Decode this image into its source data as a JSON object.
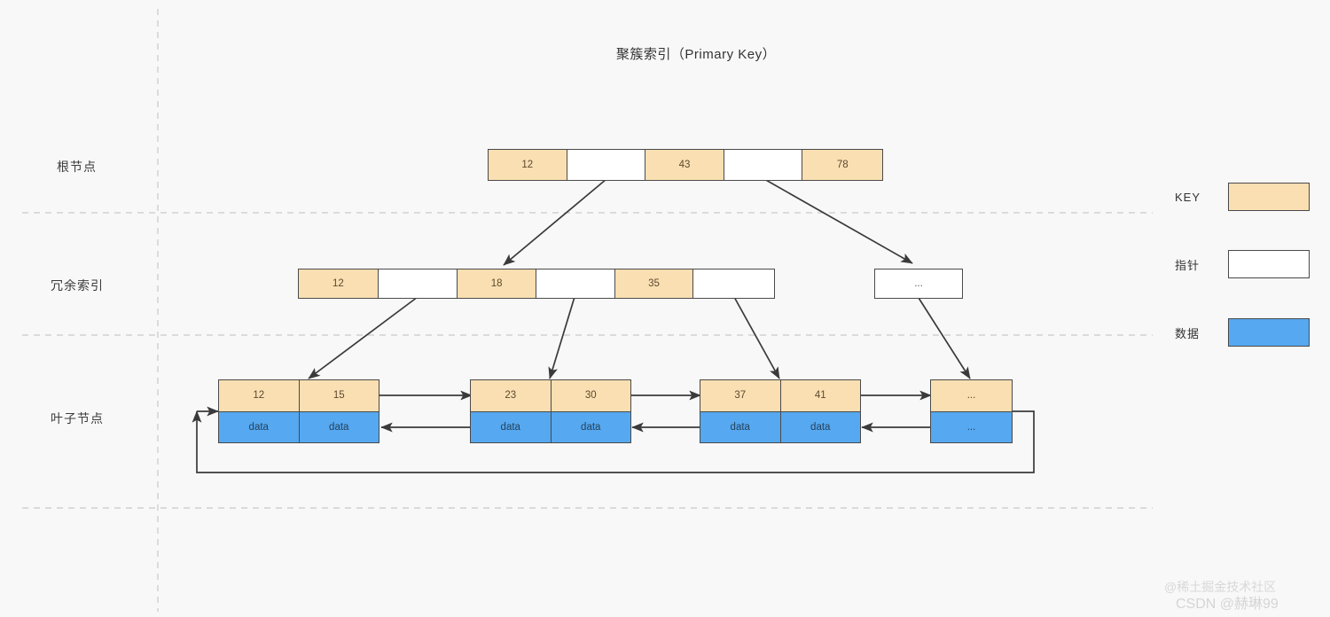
{
  "title": "聚簇索引（Primary Key）",
  "row_labels": [
    {
      "name": "root",
      "text": "根节点"
    },
    {
      "name": "redundant-index",
      "text": "冗余索引"
    },
    {
      "name": "leaf",
      "text": "叶子节点"
    }
  ],
  "legend": {
    "items": [
      {
        "label": "KEY",
        "color": "#fadfb2",
        "swatch": "key"
      },
      {
        "label": "指针",
        "color": "#ffffff",
        "swatch": "pointer"
      },
      {
        "label": "数据",
        "color": "#56a8f0",
        "swatch": "data"
      }
    ]
  },
  "tree": {
    "root": {
      "cells": [
        {
          "type": "key",
          "text": "12"
        },
        {
          "type": "ptr",
          "text": ""
        },
        {
          "type": "key",
          "text": "43"
        },
        {
          "type": "ptr",
          "text": ""
        },
        {
          "type": "key",
          "text": "78"
        }
      ]
    },
    "internal": [
      {
        "name": "internal-node-1",
        "cells": [
          {
            "type": "key",
            "text": "12"
          },
          {
            "type": "ptr",
            "text": ""
          },
          {
            "type": "key",
            "text": "18"
          },
          {
            "type": "ptr",
            "text": ""
          },
          {
            "type": "key",
            "text": "35"
          },
          {
            "type": "ptr",
            "text": ""
          }
        ]
      },
      {
        "name": "internal-node-2",
        "cells": [
          {
            "type": "ptr",
            "text": "..."
          }
        ]
      }
    ],
    "leaves": [
      {
        "name": "leaf-node-1",
        "keys": [
          "12",
          "15"
        ],
        "data": [
          "data",
          "data"
        ]
      },
      {
        "name": "leaf-node-2",
        "keys": [
          "23",
          "30"
        ],
        "data": [
          "data",
          "data"
        ]
      },
      {
        "name": "leaf-node-3",
        "keys": [
          "37",
          "41"
        ],
        "data": [
          "data",
          "data"
        ]
      },
      {
        "name": "leaf-node-4",
        "keys": [
          "..."
        ],
        "data": [
          "..."
        ]
      }
    ]
  },
  "watermarks": {
    "juejin": "@稀土掘金技术社区",
    "csdn": "CSDN @赫琳99"
  },
  "colors": {
    "key": "#fadfb2",
    "pointer": "#ffffff",
    "data": "#56a8f0",
    "stroke": "#4a4a4a",
    "background": "#f8f8f8",
    "guide": "#c9c9c9"
  }
}
